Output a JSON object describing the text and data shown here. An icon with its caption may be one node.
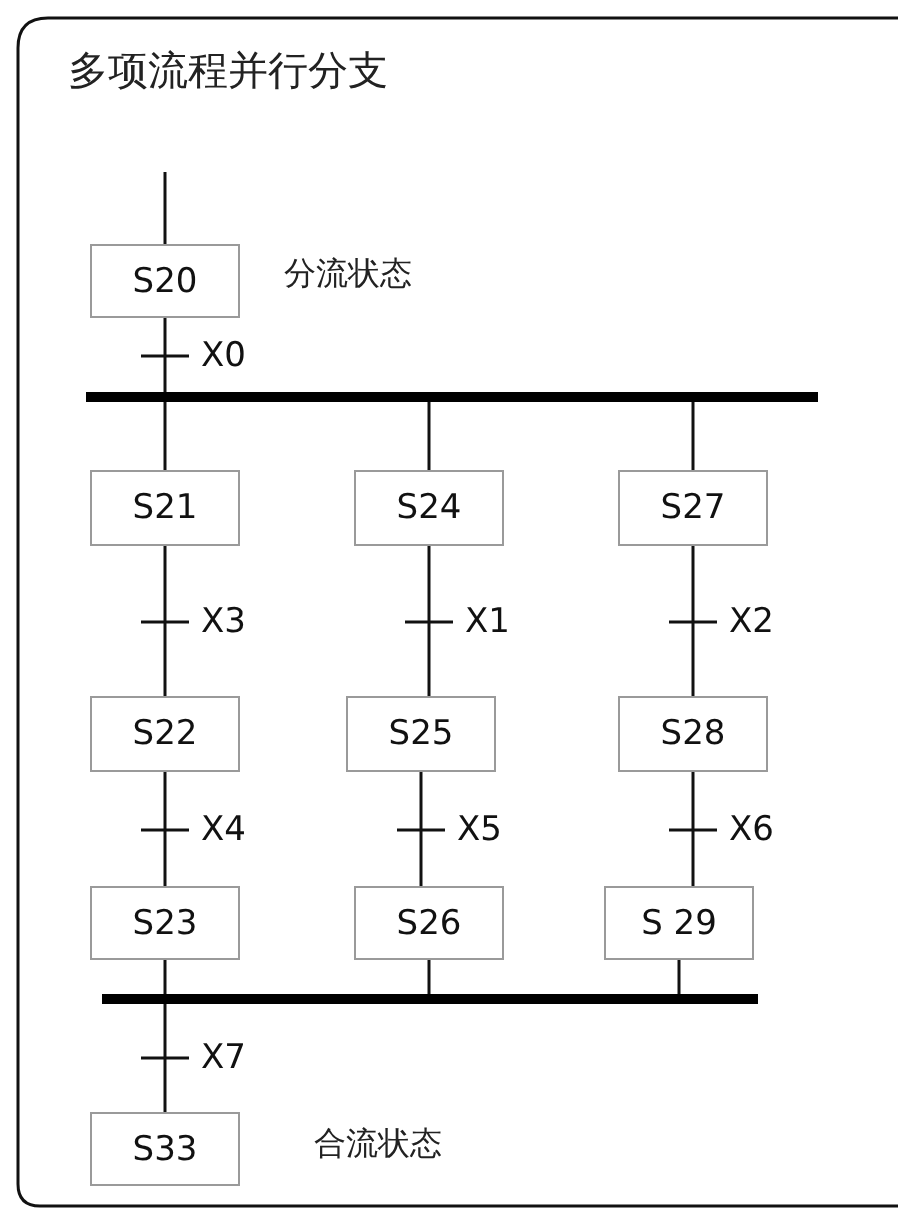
{
  "diagram": {
    "title": "多项流程并行分支",
    "nodes": [
      {
        "text": [
          "S20"
        ],
        "beside": [
          "分流状态"
        ]
      },
      {
        "text": [],
        "shape": "bar"
      },
      {
        "text": [
          "S21"
        ]
      },
      {
        "text": [
          "S24"
        ]
      },
      {
        "text": [
          "S27"
        ]
      },
      {
        "text": [
          "S22"
        ]
      },
      {
        "text": [
          "S25"
        ]
      },
      {
        "text": [
          "S28"
        ]
      },
      {
        "text": [
          "S23"
        ]
      },
      {
        "text": [
          "S26"
        ]
      },
      {
        "text": [
          "S 29"
        ]
      },
      {
        "text": [],
        "shape": "bar"
      },
      {
        "text": [
          "S33"
        ],
        "beside": [
          "合流状态"
        ]
      }
    ],
    "edges": [
      {
        "from": null,
        "to": 0,
        "arrow": "none"
      },
      {
        "from": 0,
        "to": 1,
        "arrow": "none",
        "label": "X0"
      },
      {
        "from": 1,
        "to": 2,
        "arrow": "none"
      },
      {
        "from": 1,
        "to": 3,
        "arrow": "none"
      },
      {
        "from": 1,
        "to": 4,
        "arrow": "none"
      },
      {
        "from": 2,
        "to": 5,
        "arrow": "none",
        "label": "X3"
      },
      {
        "from": 3,
        "to": 6,
        "arrow": "none",
        "label": "X1"
      },
      {
        "from": 4,
        "to": 7,
        "arrow": "none",
        "label": "X2"
      },
      {
        "from": 5,
        "to": 8,
        "arrow": "none",
        "label": "X4"
      },
      {
        "from": 6,
        "to": 9,
        "arrow": "none",
        "label": "X5"
      },
      {
        "from": 7,
        "to": 10,
        "arrow": "none",
        "label": "X6"
      },
      {
        "from": 8,
        "to": 11,
        "arrow": "none"
      },
      {
        "from": 9,
        "to": 11,
        "arrow": "none"
      },
      {
        "from": 10,
        "to": 11,
        "arrow": "none"
      },
      {
        "from": 11,
        "to": 12,
        "arrow": "none",
        "label": "X7"
      }
    ]
  }
}
